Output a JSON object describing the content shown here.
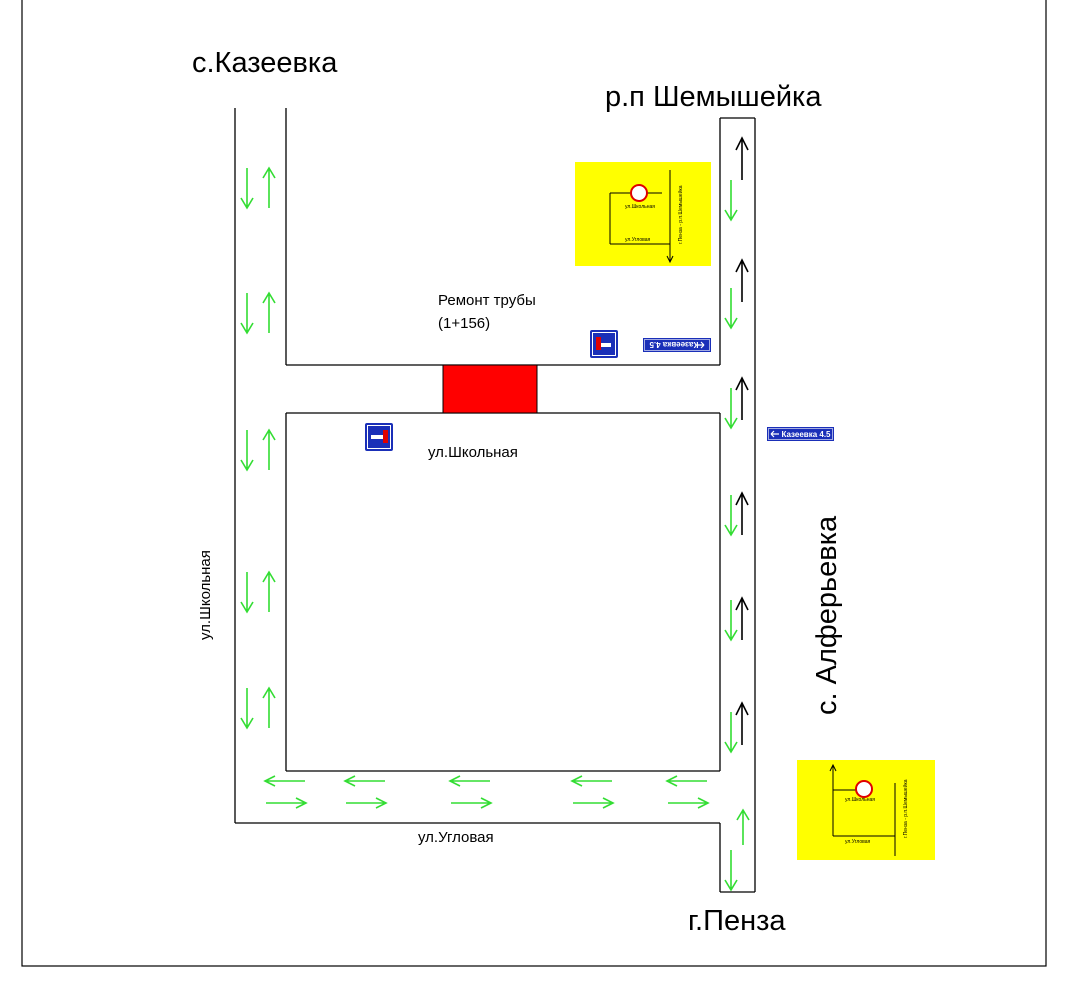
{
  "places": {
    "north_west": "с.Казеевка",
    "north_east": "р.п Шемышейка",
    "south": "г.Пенза",
    "east": "с. Алферьевка"
  },
  "streets": {
    "school_horizontal": "ул.Школьная",
    "school_vertical": "ул.Школьная",
    "corner": "ул.Угловая"
  },
  "work_zone": {
    "line1": "Ремонт трубы",
    "line2": "(1+156)",
    "color": "#ff0000"
  },
  "direction_signs": {
    "sign_1": "Казеевка 4.5",
    "sign_2": "Казеевка 4.5"
  },
  "inset_schemes": {
    "top": {
      "street_a": "ул.Школьная",
      "street_b": "ул.Угловая",
      "road": "г.Пенза - р.п.Шемышейка"
    },
    "bottom": {
      "street_a": "ул.Школьная",
      "street_b": "ул.Угловая",
      "road": "г.Пенза - р.п.Шемышейка"
    }
  },
  "colors": {
    "road_outline": "#000000",
    "arrow_green": "#33dd33",
    "sign_blue": "#1a2fb8",
    "inset_yellow": "#ffff00",
    "frame": "#000000"
  }
}
